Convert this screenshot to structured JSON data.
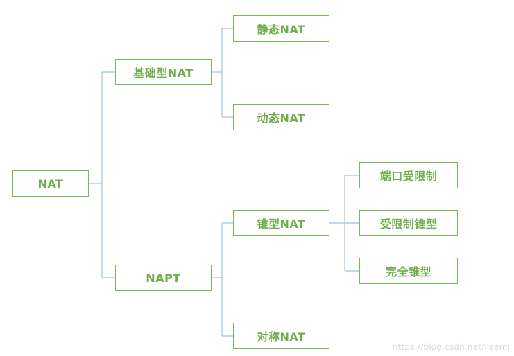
{
  "diagram": {
    "root": {
      "label": "NAT",
      "children": [
        {
          "label": "基础型NAT",
          "children": [
            {
              "label": "静态NAT"
            },
            {
              "label": "动态NAT"
            }
          ]
        },
        {
          "label": "NAPT",
          "children": [
            {
              "label": "锥型NAT",
              "children": [
                {
                  "label": "端口受限制"
                },
                {
                  "label": "受限制锥型"
                },
                {
                  "label": "完全锥型"
                }
              ]
            },
            {
              "label": "对称NAT"
            }
          ]
        }
      ]
    },
    "watermark": "https://blog.csdn.net/lisemi",
    "colors": {
      "node_border": "#7cb65c",
      "node_text": "#6fae4c",
      "connector": "#9dc3e6",
      "watermark_text": "#d9d9d9",
      "background": "#ffffff"
    }
  }
}
